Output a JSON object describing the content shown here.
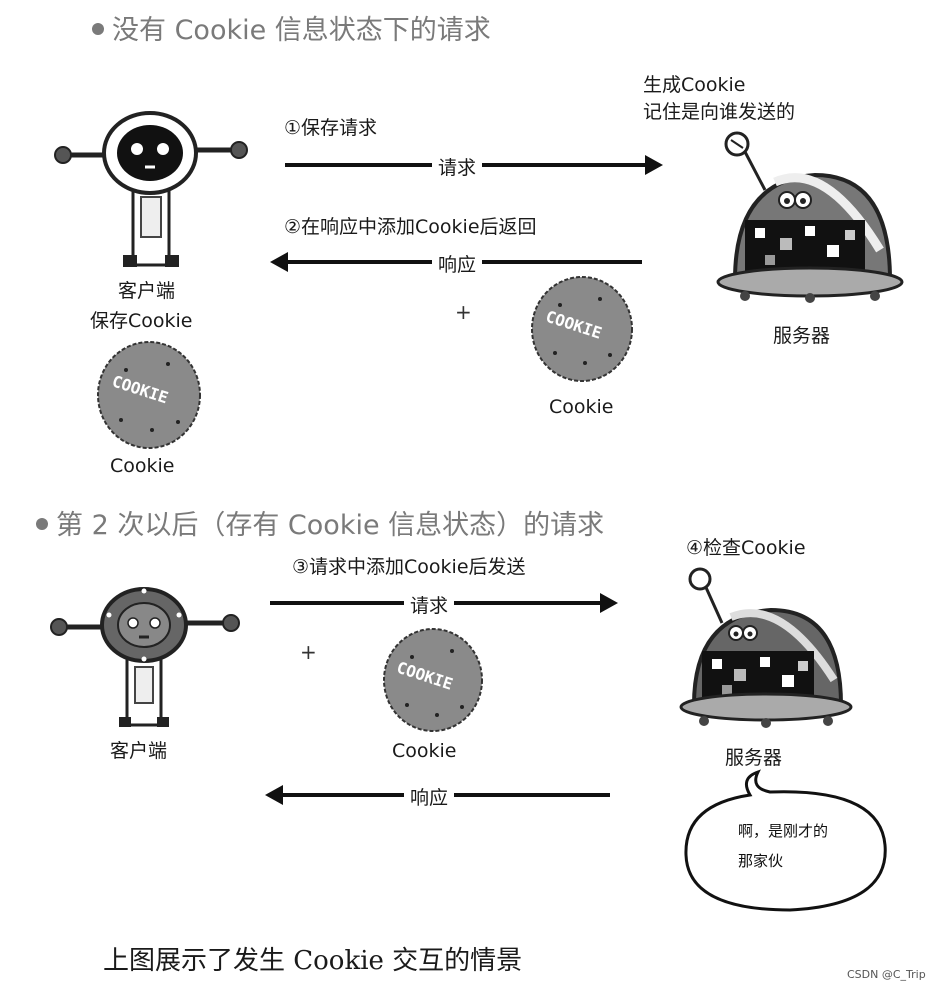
{
  "scene1": {
    "heading": "没有 Cookie 信息状态下的请求",
    "step1": "①保存请求",
    "request_label": "请求",
    "server_note_line1": "生成Cookie",
    "server_note_line2": "记住是向谁发送的",
    "step2": "②在响应中添加Cookie后返回",
    "response_label": "响应",
    "client_label": "客户端",
    "client_note": "保存Cookie",
    "plus": "+",
    "server_label": "服务器",
    "cookie_response_label": "Cookie",
    "cookie_client_label": "Cookie",
    "cookie_text": "COOKIE"
  },
  "scene2": {
    "heading": "第 2 次以后（存有 Cookie 信息状态）的请求",
    "step3": "③请求中添加Cookie后发送",
    "request_label": "请求",
    "step4": "④检查Cookie",
    "client_label": "客户端",
    "plus": "+",
    "cookie_label": "Cookie",
    "server_label": "服务器",
    "response_label": "响应",
    "bubble_line1": "啊，是刚才的",
    "bubble_line2": "那家伙",
    "cookie_text": "COOKIE"
  },
  "caption": "上图展示了发生 Cookie 交互的情景",
  "watermark": "CSDN @C_Trip"
}
